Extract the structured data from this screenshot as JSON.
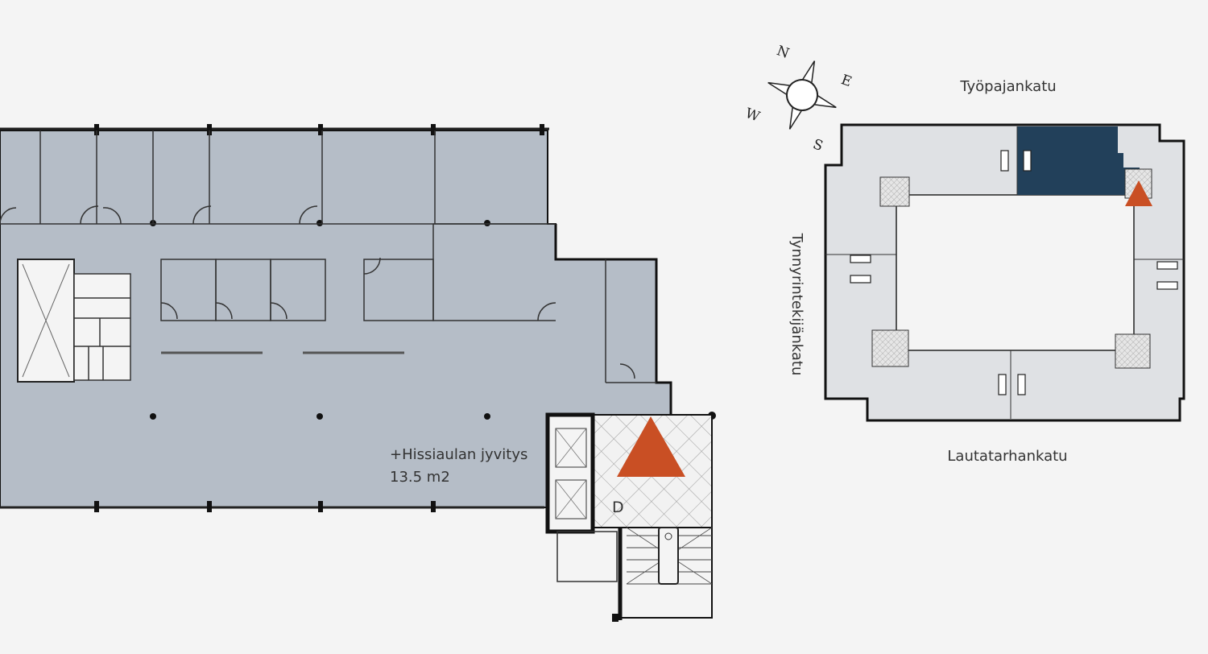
{
  "floor_plan": {
    "area_label": "+Hissiaulan jyvitys",
    "area_value": "13.5 m2",
    "stair_label": "D",
    "marker_color": "#c94f24",
    "floor_fill": "#b5bdc7"
  },
  "key_plan": {
    "street_north": "Työpajankatu",
    "street_south": "Lautatarhankatu",
    "street_west": "Tynnyrintekijänkatu",
    "highlight_color": "#22405a",
    "floor_fill": "#dfe1e4"
  },
  "compass": {
    "n": "N",
    "e": "E",
    "s": "S",
    "w": "W"
  }
}
